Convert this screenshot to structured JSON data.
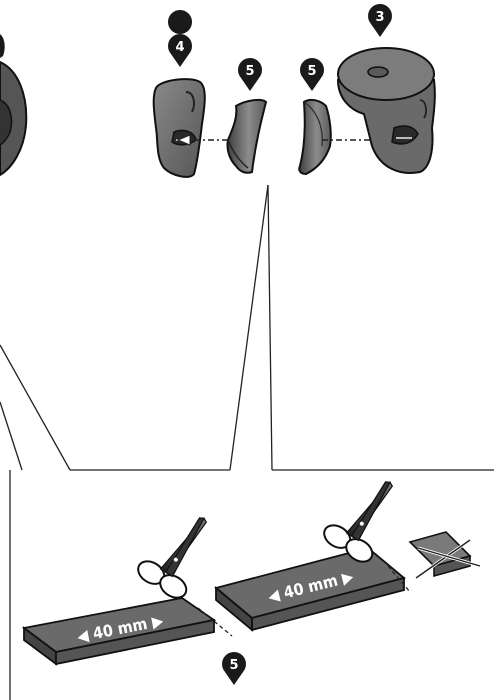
{
  "callouts": {
    "ring_top_right": "3",
    "clip_left": "4",
    "pad_left": "5",
    "pad_right": "5",
    "scissors_bottom": "5"
  },
  "strips": {
    "left_label": "◀ 40 mm ▶",
    "right_label": "◀ 40 mm ▶"
  },
  "colors": {
    "part_dark": "#5a5a5a",
    "part_mid": "#7a7a7a",
    "part_light": "#9a9a9a",
    "marker": "#1a1a1a",
    "line": "#222222"
  }
}
